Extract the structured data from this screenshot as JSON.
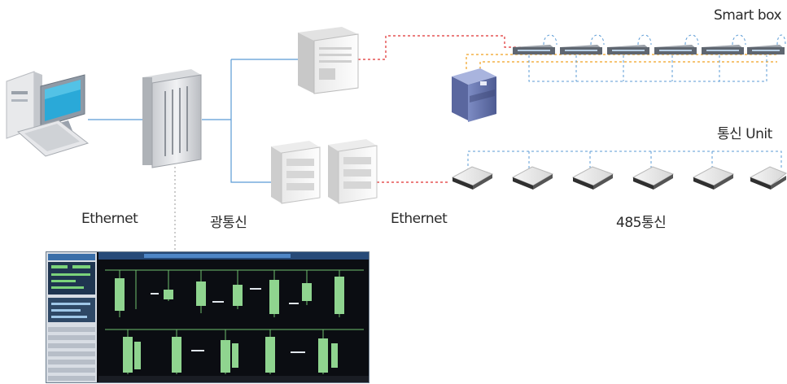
{
  "labels": {
    "smart_box": "Smart box",
    "comm_unit": "통신 Unit",
    "ethernet_left": "Ethernet",
    "fiber_comm": "광통신",
    "ethernet_right": "Ethernet",
    "rs485_comm": "485통신"
  },
  "colors": {
    "ethernet_line": "#5b9bd5",
    "fiber_line": "#e03030",
    "power_line": "#f0a020",
    "comm_dash": "#5b9bd5",
    "hmi_background": "#0b0d12",
    "hmi_trace": "#6fbf6f"
  },
  "icons": {
    "workstation": "desktop-computer-icon",
    "cabinet": "server-cabinet-icon",
    "server": "tower-server-icon",
    "fiber_converters": "fiber-converter-icon",
    "inverter": "inverter-box-icon",
    "smart_box": "smart-box-icon",
    "comm_unit": "comm-unit-icon",
    "screenshot": "scada-screen-icon"
  }
}
